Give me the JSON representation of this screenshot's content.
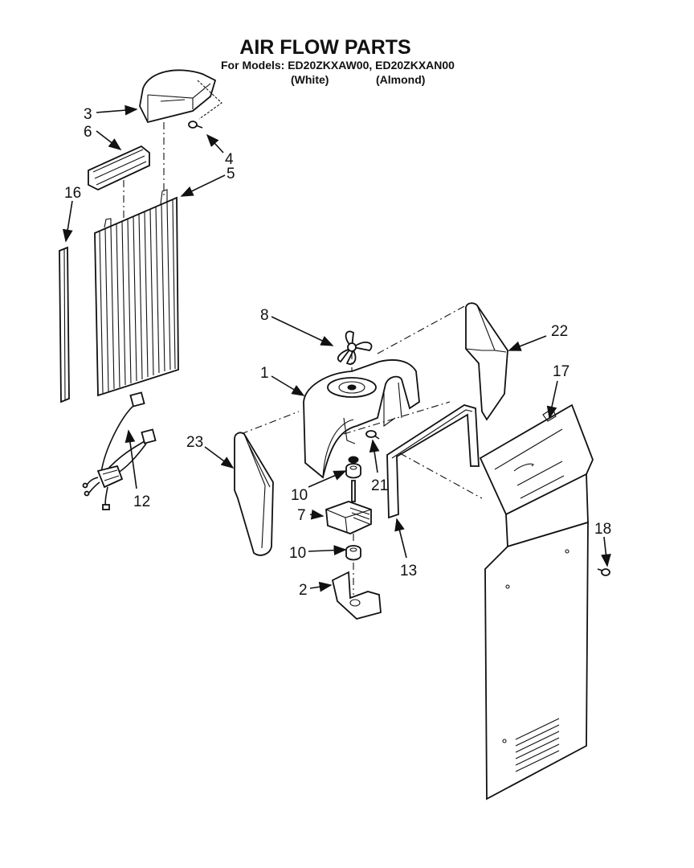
{
  "header": {
    "title": "AIR FLOW PARTS",
    "models_line": "For Models: ED20ZKXAW00, ED20ZKXAN00",
    "color_white": "(White)",
    "color_almond": "(Almond)"
  },
  "callouts": {
    "c1": "1",
    "c2": "2",
    "c3": "3",
    "c4": "4",
    "c5": "5",
    "c6": "6",
    "c7": "7",
    "c8": "8",
    "c10a": "10",
    "c10b": "10",
    "c12": "12",
    "c13": "13",
    "c16": "16",
    "c17": "17",
    "c18": "18",
    "c21": "21",
    "c22": "22",
    "c23": "23"
  }
}
